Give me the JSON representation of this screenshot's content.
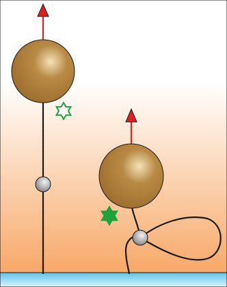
{
  "colors": {
    "background_top": "#ffffff",
    "background_bottom": "#f7a866",
    "surface": "#a6e4f8",
    "surface_edge": "#5cc3ea",
    "bead": "#9a6b2a",
    "bead_highlight": "#f4e2b8",
    "tether": "#1a1a1a",
    "node": "#7a7a7a",
    "node_highlight": "#f2f2f2",
    "force_arrow": "#e02020",
    "star_outline": "#1ea33c",
    "star_filled": "#1ea33c"
  },
  "icons": {
    "left_star": "open-six-point-star-icon",
    "right_star": "filled-six-point-star-icon",
    "arrows": "up-arrow-icon"
  },
  "elements": {
    "left_system": [
      "force-arrow",
      "bead",
      "star-outline",
      "straight-tether",
      "node"
    ],
    "right_system": [
      "force-arrow",
      "bead",
      "star-filled",
      "looped-tether",
      "node"
    ]
  }
}
